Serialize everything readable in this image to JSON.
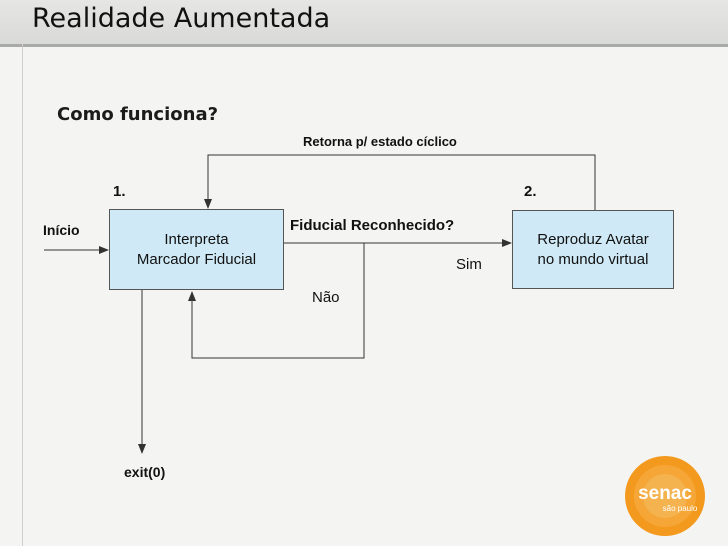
{
  "header": {
    "title": "Realidade Aumentada"
  },
  "diagram": {
    "subtitle": "Como funciona?",
    "loop_label": "Retorna p/ estado cíclico",
    "step1": "1.",
    "step2": "2.",
    "start_label": "Início",
    "decision_label": "Fiducial Reconhecido?",
    "yes_label": "Sim",
    "no_label": "Não",
    "exit_label": "exit(0)",
    "box1": {
      "line1": "Interpreta",
      "line2": "Marcador Fiducial"
    },
    "box2": {
      "line1": "Reproduz Avatar",
      "line2": "no mundo virtual"
    }
  },
  "logo": {
    "name": "senac",
    "sub": "são paulo",
    "color": "#f39a1e"
  },
  "colors": {
    "box_fill": "#cfeaf6",
    "line": "#333333"
  }
}
